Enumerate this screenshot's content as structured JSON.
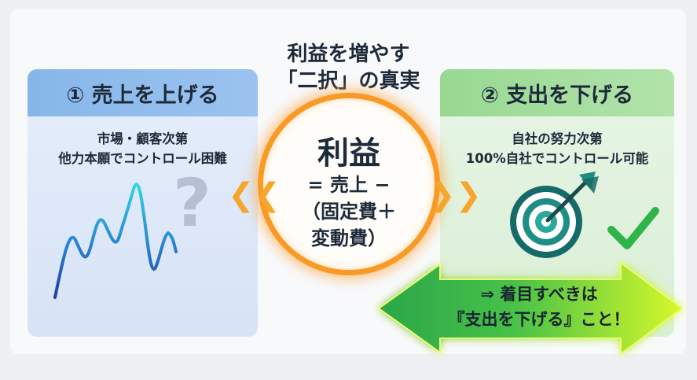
{
  "title": {
    "line1": "利益を増やす",
    "line2": "「二択」の真実"
  },
  "left_panel": {
    "heading": "① 売上を上げる",
    "text_line1": "市場・顧客次第",
    "text_line2": "他力本願でコントロール困難",
    "mark": "?"
  },
  "right_panel": {
    "heading": "② 支出を下げる",
    "text_line1": "自社の努力次第",
    "text_line2": "100%自社でコントロール可能"
  },
  "center": {
    "big": "利益",
    "formula_line1": "= 売上 −",
    "formula_line2": "（固定費＋",
    "formula_line3": "変動費）"
  },
  "arrow": {
    "line1": "⇒ 着目すべきは",
    "line2": "『支出を下げる』こと！"
  },
  "icons": {
    "left_chevron": "chevron-double-left-icon",
    "right_chevron": "chevron-double-right-icon",
    "target": "target-icon",
    "check": "check-icon",
    "wave": "wave-chart-icon",
    "question": "question-mark-icon"
  },
  "colors": {
    "left_header": "#8ab8ec",
    "right_header": "#a2dc9a",
    "ring": "#f89a25",
    "arrow_green": "#2eb24c",
    "arrow_lime": "#d9ff2e",
    "target_teal": "#166f6a",
    "check_green": "#2fb44a"
  }
}
